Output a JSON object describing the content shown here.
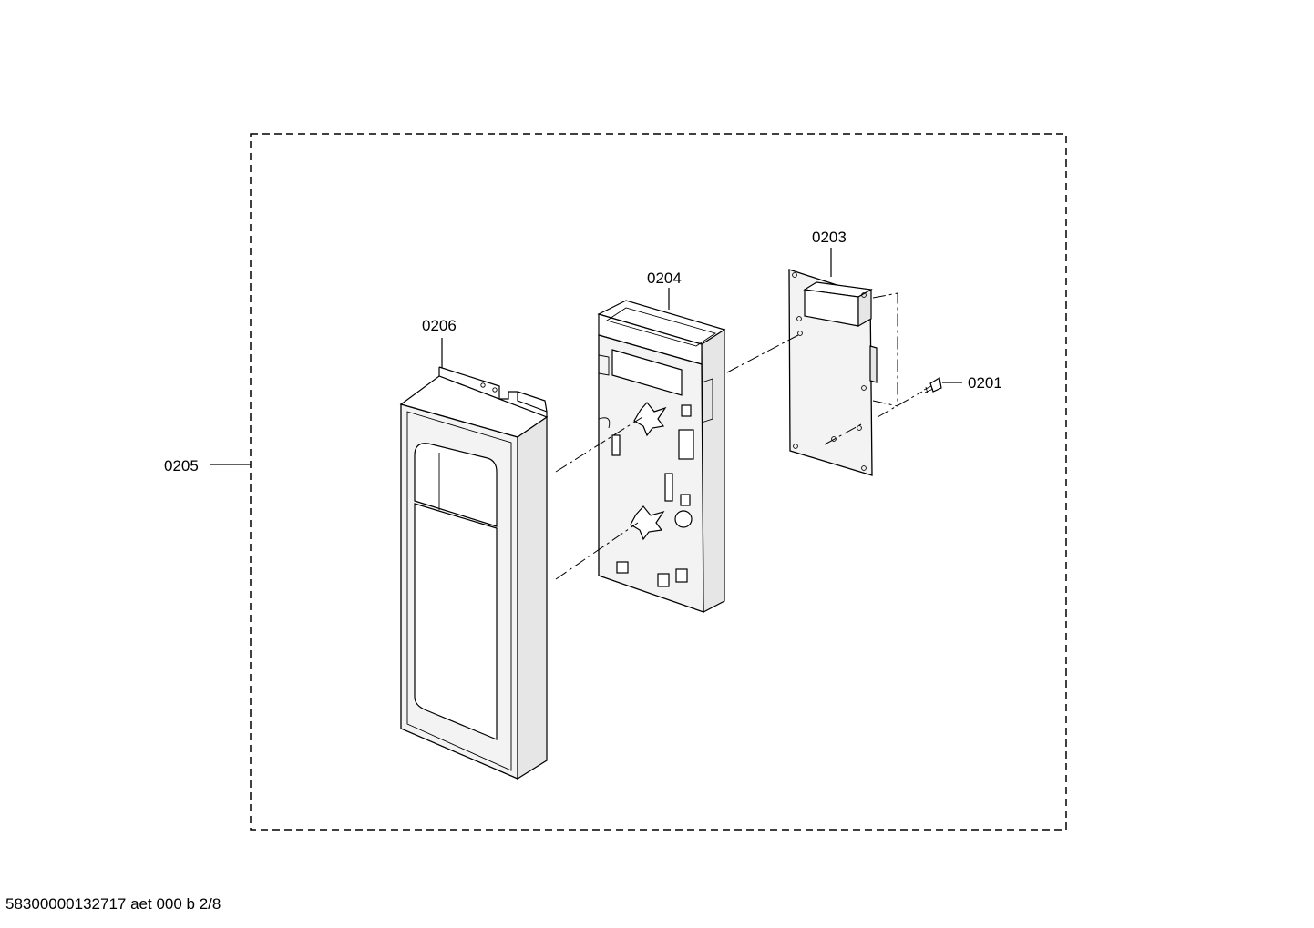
{
  "diagram": {
    "labels": {
      "p0201": "0201",
      "p0203": "0203",
      "p0204": "0204",
      "p0205": "0205",
      "p0206": "0206"
    },
    "footer": "58300000132717 aet 000 b 2/8"
  }
}
